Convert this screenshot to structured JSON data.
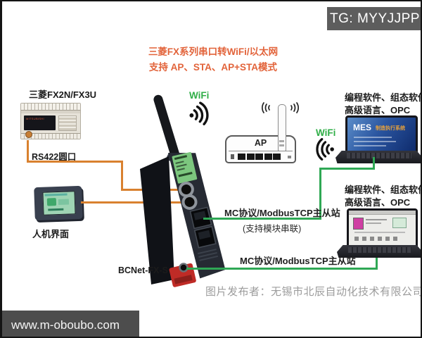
{
  "frame": {
    "badge": "TG: MYYJJPP",
    "watermark": "www.m-oboubo.com",
    "publisher": "图片发布者：无锡市北辰自动化技术有限公司"
  },
  "title": {
    "line1": "三菱FX系列串口转WiFi/以太网",
    "line2": "支持 AP、STA、AP+STA模式"
  },
  "plc": {
    "label": "三菱FX2N/FX3U",
    "port": "RS422圆口",
    "brand": "MITSUBISHI"
  },
  "hmi": {
    "label": "人机界面"
  },
  "gateway": {
    "label": "BCNet-FX-S",
    "wifi": "WiFi"
  },
  "ap": {
    "label": "AP"
  },
  "laptop_top": {
    "caption1": "编程软件、组态软件",
    "caption2": "高级语言、OPC",
    "wifi": "WiFi",
    "screen_title": "MES",
    "screen_sub": "制造执行系统"
  },
  "laptop_bottom": {
    "caption1": "编程软件、组态软件",
    "caption2": "高级语言、OPC"
  },
  "links": {
    "mc1": "MC协议/ModbusTCP主从站",
    "mc1_note": "(支持模块串联)",
    "mc2": "MC协议/ModbusTCP主从站"
  },
  "colors": {
    "orange_line": "#d9812f",
    "green_line": "#2fa855",
    "title_text": "#e2633a",
    "wifi_text": "#2fae47",
    "badge_bg": "#5d5d5d",
    "watermark_bg": "#4d4d4d"
  }
}
